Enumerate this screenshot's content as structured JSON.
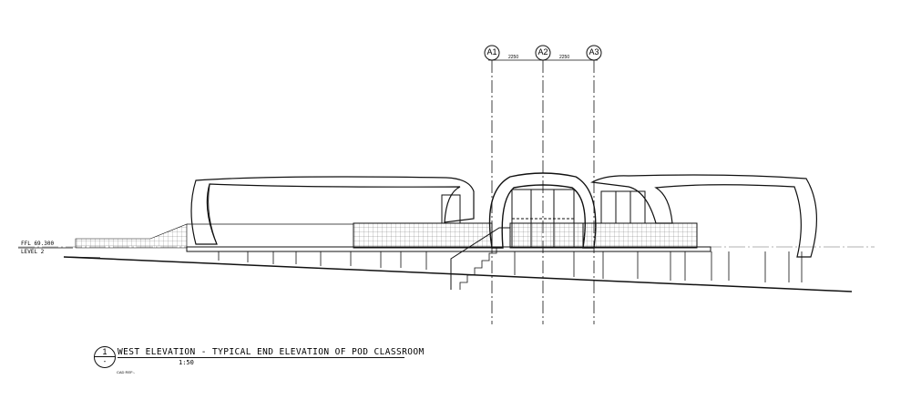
{
  "grid": {
    "labels": [
      "A1",
      "A2",
      "A3"
    ],
    "dimensions": [
      "2250",
      "2250"
    ]
  },
  "level": {
    "ffl": "FFL 69.300",
    "name": "LEVEL 2"
  },
  "title": {
    "number": "1",
    "sheet": "-",
    "text": "WEST ELEVATION - TYPICAL END ELEVATION OF POD CLASSROOM",
    "scale": "1:50",
    "cad_ref": "CAD REF:-"
  }
}
